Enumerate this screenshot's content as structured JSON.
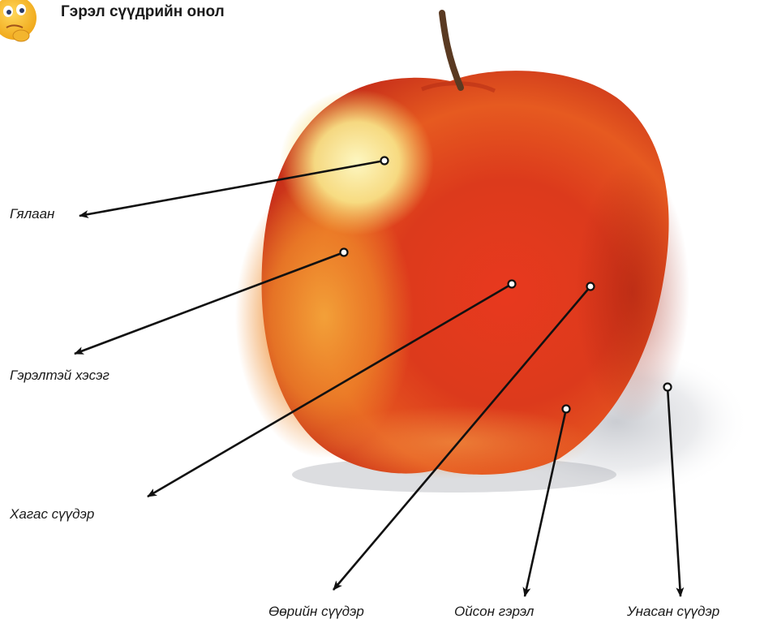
{
  "title": "Гэрэл сүүдрийн онол",
  "icon": "thinking-face-emoji-icon",
  "labels": {
    "highlight": "Гялаан",
    "lit_area": "Гэрэлтэй хэсэг",
    "half_shadow": "Хагас сүүдэр",
    "core_shadow": "Өөрийн сүүдэр",
    "reflected_light": "Ойсон гэрэл",
    "cast_shadow": "Унасан сүүдэр"
  },
  "colors": {
    "apple_red": "#d8301a",
    "apple_orange": "#ee7a22",
    "apple_highlight": "#fbf2a4",
    "pointer": "#111111",
    "cast_shadow": "#c9ccd2"
  }
}
